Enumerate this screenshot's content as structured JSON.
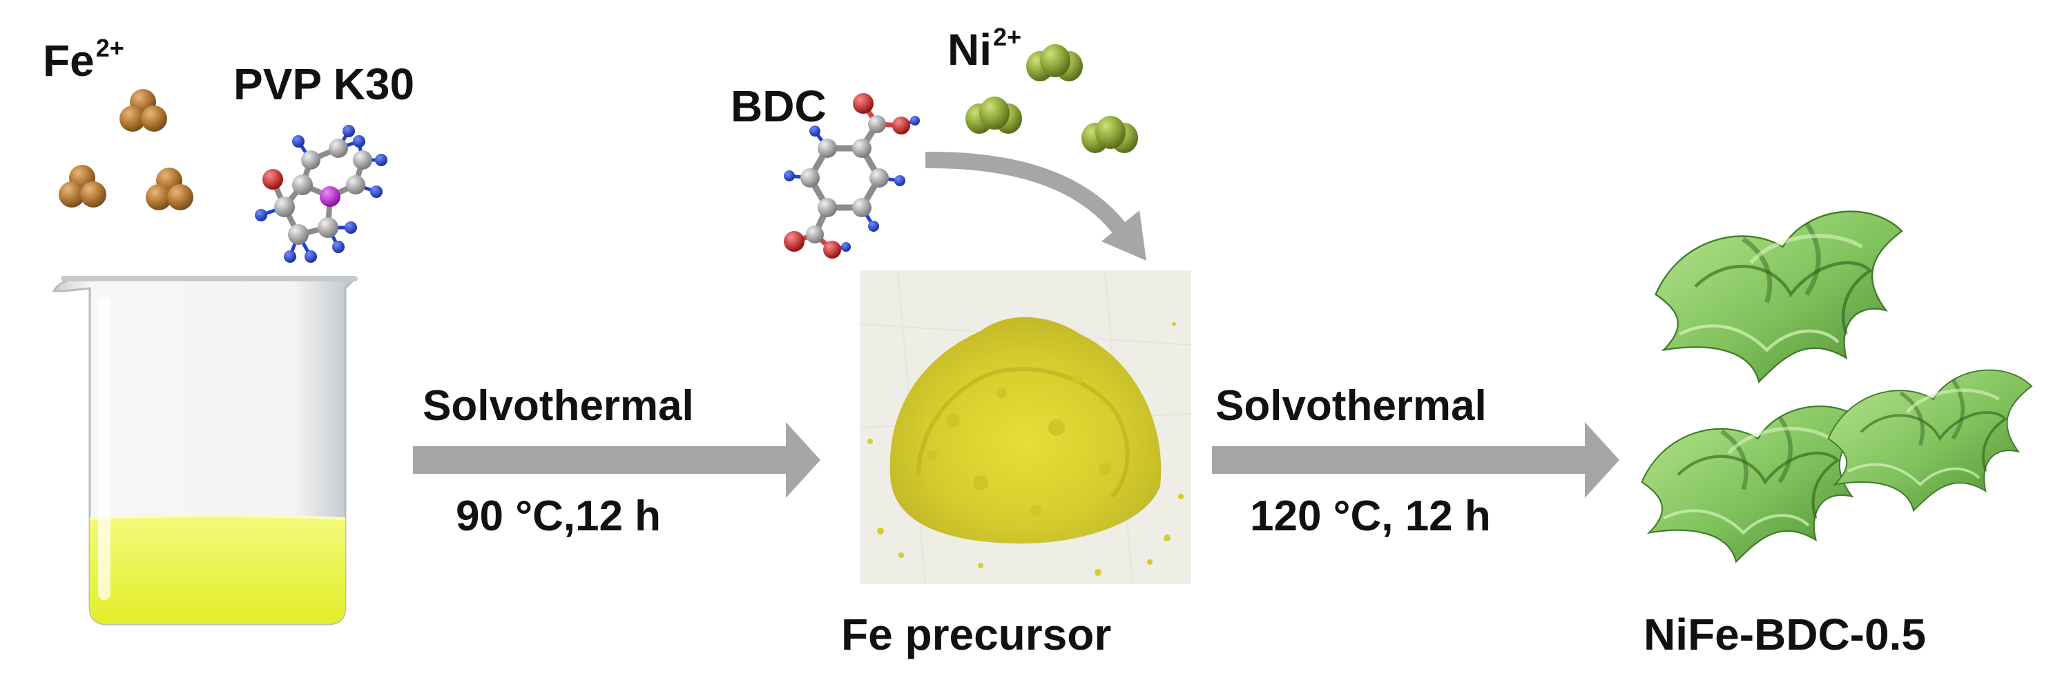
{
  "labels": {
    "fe_ion": "Fe",
    "fe_charge": "2+",
    "pvp": "PVP K30",
    "bdc": "BDC",
    "ni_ion": "Ni",
    "ni_charge": "2+",
    "step1_method": "Solvothermal",
    "step1_conditions": "90 °C,12 h",
    "intermediate": "Fe precursor",
    "step2_method": "Solvothermal",
    "step2_conditions": "120 °C, 12 h",
    "product": "NiFe-BDC-0.5"
  },
  "colors": {
    "fe_particle": "#b57a36",
    "ni_particle": "#8fa83a",
    "solution": "#e8f23a",
    "arrow": "#a8a6a4",
    "atom_carbon": "#a9a9a9",
    "atom_hydrogen": "#1f3fd6",
    "atom_oxygen": "#d12424",
    "atom_nitrogen": "#c21fd6",
    "powder": "#d9d22e",
    "product": "#7fc15b"
  }
}
